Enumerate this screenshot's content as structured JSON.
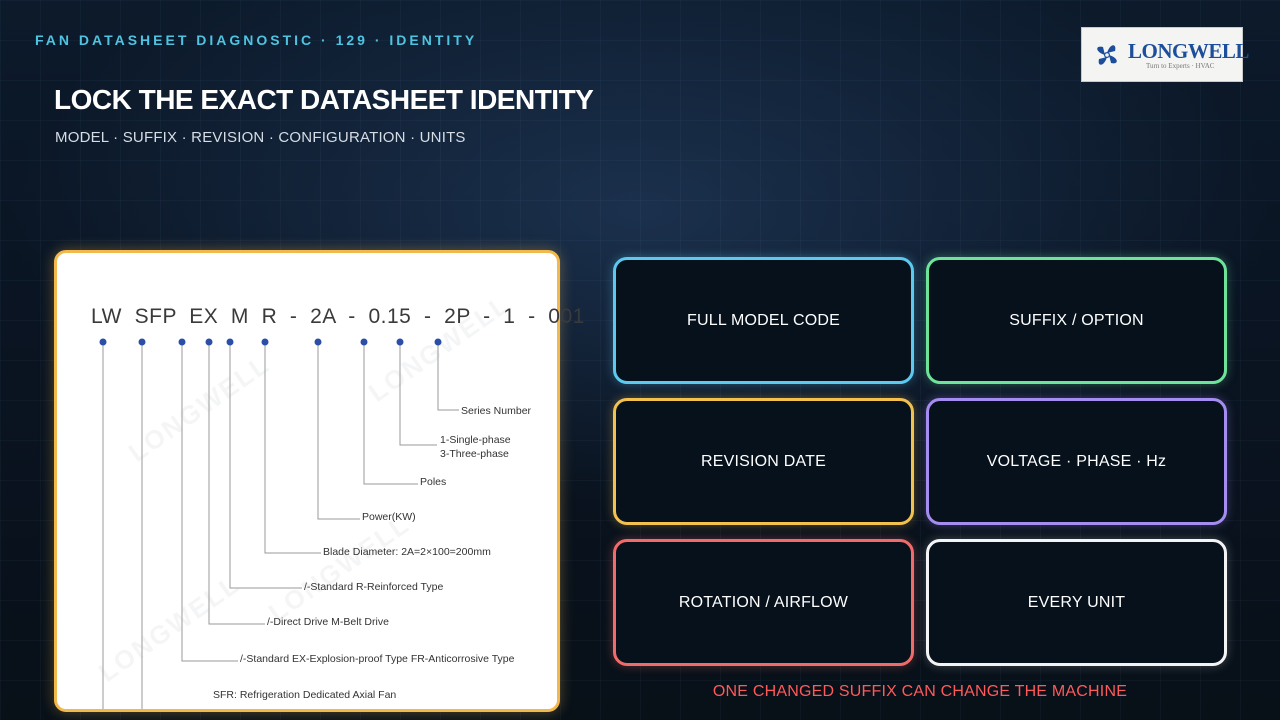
{
  "header": {
    "eyebrow": "FAN DATASHEET DIAGNOSTIC · 129 · IDENTITY",
    "title": "LOCK THE EXACT DATASHEET IDENTITY",
    "subtitle": "MODEL · SUFFIX · REVISION · CONFIGURATION · UNITS"
  },
  "logo": {
    "brand": "LONGWELL",
    "tagline": "Turn to Experts · HVAC"
  },
  "datasheet": {
    "model_code": "LW  SFP  EX  M  R  -  2A  -  0.15  -  2P  -  1  -  001",
    "labels": [
      "Series Number",
      "1-Single-phase",
      "3-Three-phase",
      "Poles",
      "Power(KW)",
      "Blade Diameter: 2A=2×100=200mm",
      "/-Standard   R-Reinforced Type",
      "/-Direct Drive   M-Belt Drive",
      "/-Standard   EX-Explosion-proof Type   FR-Anticorrosive Type",
      "SFR: Refrigeration Dedicated Axial Fan"
    ],
    "watermark": "LONGWELL"
  },
  "tiles": [
    {
      "label": "FULL MODEL CODE",
      "color": "#5cc9ee"
    },
    {
      "label": "SUFFIX / OPTION",
      "color": "#6ee39a"
    },
    {
      "label": "REVISION DATE",
      "color": "#f2c14e"
    },
    {
      "label": "VOLTAGE · PHASE · Hz",
      "color": "#a48cf0"
    },
    {
      "label": "ROTATION / AIRFLOW",
      "color": "#f26b6b"
    },
    {
      "label": "EVERY UNIT",
      "color": "#f4f4f4"
    }
  ],
  "caption": "ONE CHANGED SUFFIX CAN CHANGE THE MACHINE",
  "colors": {
    "eyebrow": "#4fc3e0",
    "datasheet_border": "#f2b84b",
    "caption": "#ff5a5a",
    "dot": "#2b4fa6"
  },
  "icons": {
    "logo_mark": "fan-blades-icon"
  }
}
